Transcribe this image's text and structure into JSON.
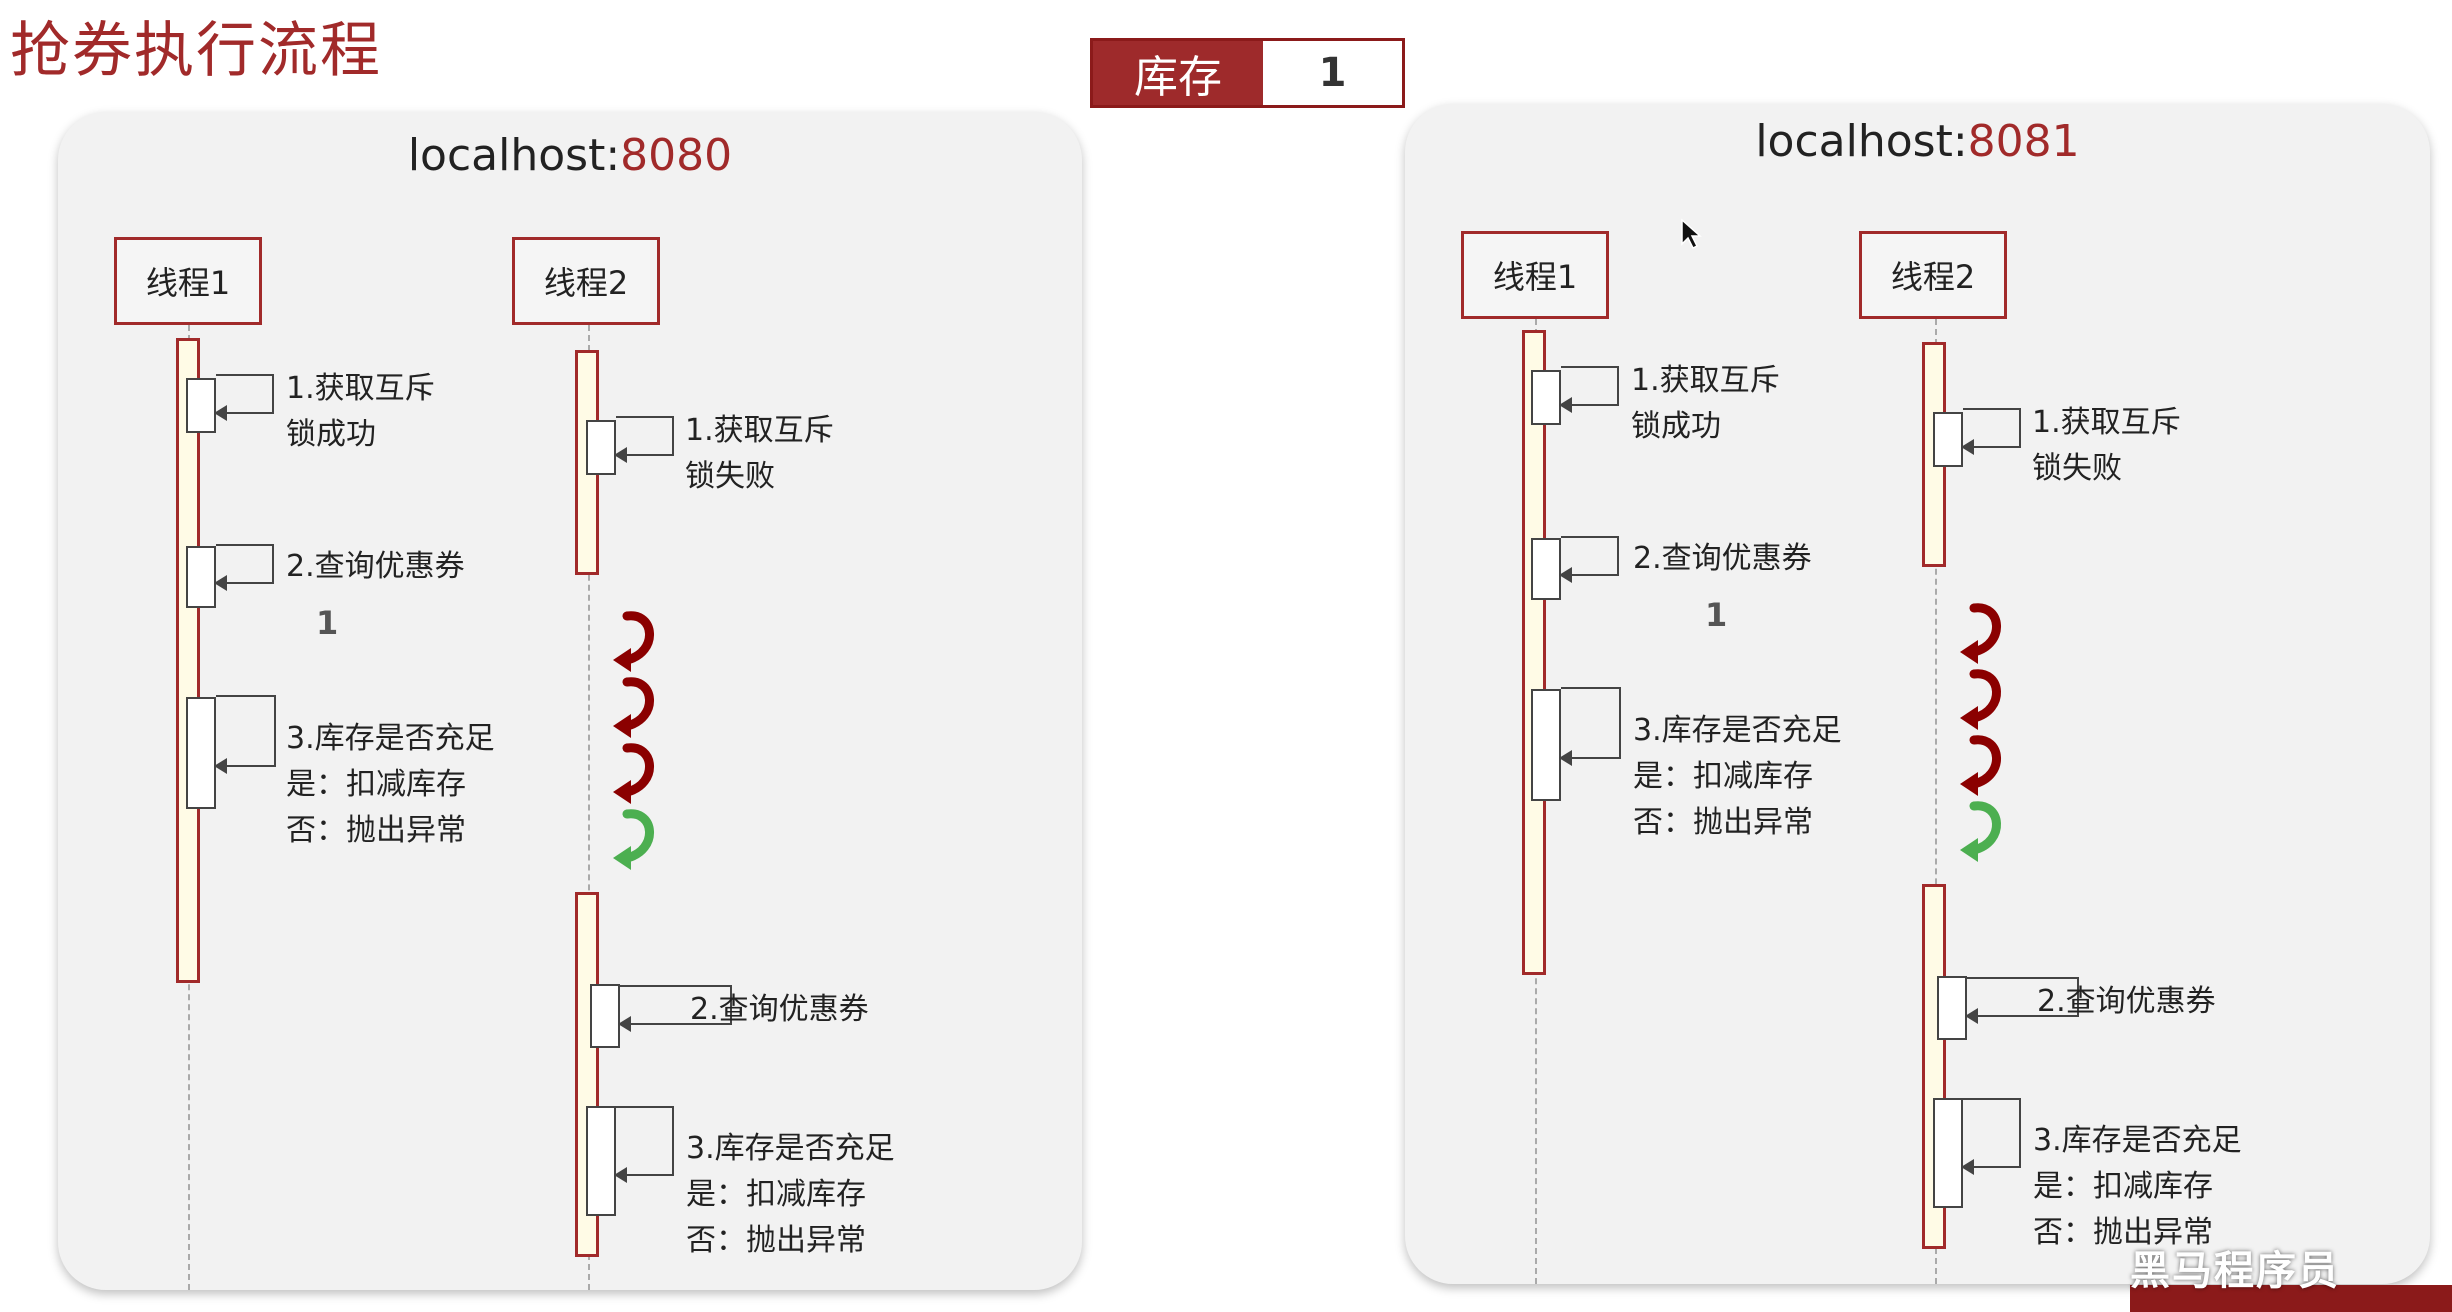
{
  "title": "抢券执行流程",
  "stock": {
    "label": "库存",
    "value": "1"
  },
  "servers": [
    {
      "host": "localhost:",
      "port": "8080",
      "thread1": {
        "name": "线程1",
        "step1": [
          "1.获取互斥",
          "锁成功"
        ],
        "step2": "2.查询优惠券",
        "count": "1",
        "step3": [
          "3.库存是否充足",
          "是：扣减库存",
          "否：抛出异常"
        ]
      },
      "thread2": {
        "name": "线程2",
        "step1": [
          "1.获取互斥",
          "锁失败"
        ],
        "step2": "2.查询优惠券",
        "step3": [
          "3.库存是否充足",
          "是：扣减库存",
          "否：抛出异常"
        ]
      }
    },
    {
      "host": "localhost:",
      "port": "8081",
      "thread1": {
        "name": "线程1",
        "step1": [
          "1.获取互斥",
          "锁成功"
        ],
        "step2": "2.查询优惠券",
        "count": "1",
        "step3": [
          "3.库存是否充足",
          "是：扣减库存",
          "否：抛出异常"
        ]
      },
      "thread2": {
        "name": "线程2",
        "step1": [
          "1.获取互斥",
          "锁失败"
        ],
        "step2": "2.查询优惠券",
        "step3": [
          "3.库存是否充足",
          "是：扣减库存",
          "否：抛出异常"
        ]
      }
    }
  ],
  "watermark": "黑马程序员",
  "colors": {
    "accent": "#a12a2a",
    "retry": "#8b0000",
    "success": "#4caf50",
    "activation": "#fffbe6"
  }
}
